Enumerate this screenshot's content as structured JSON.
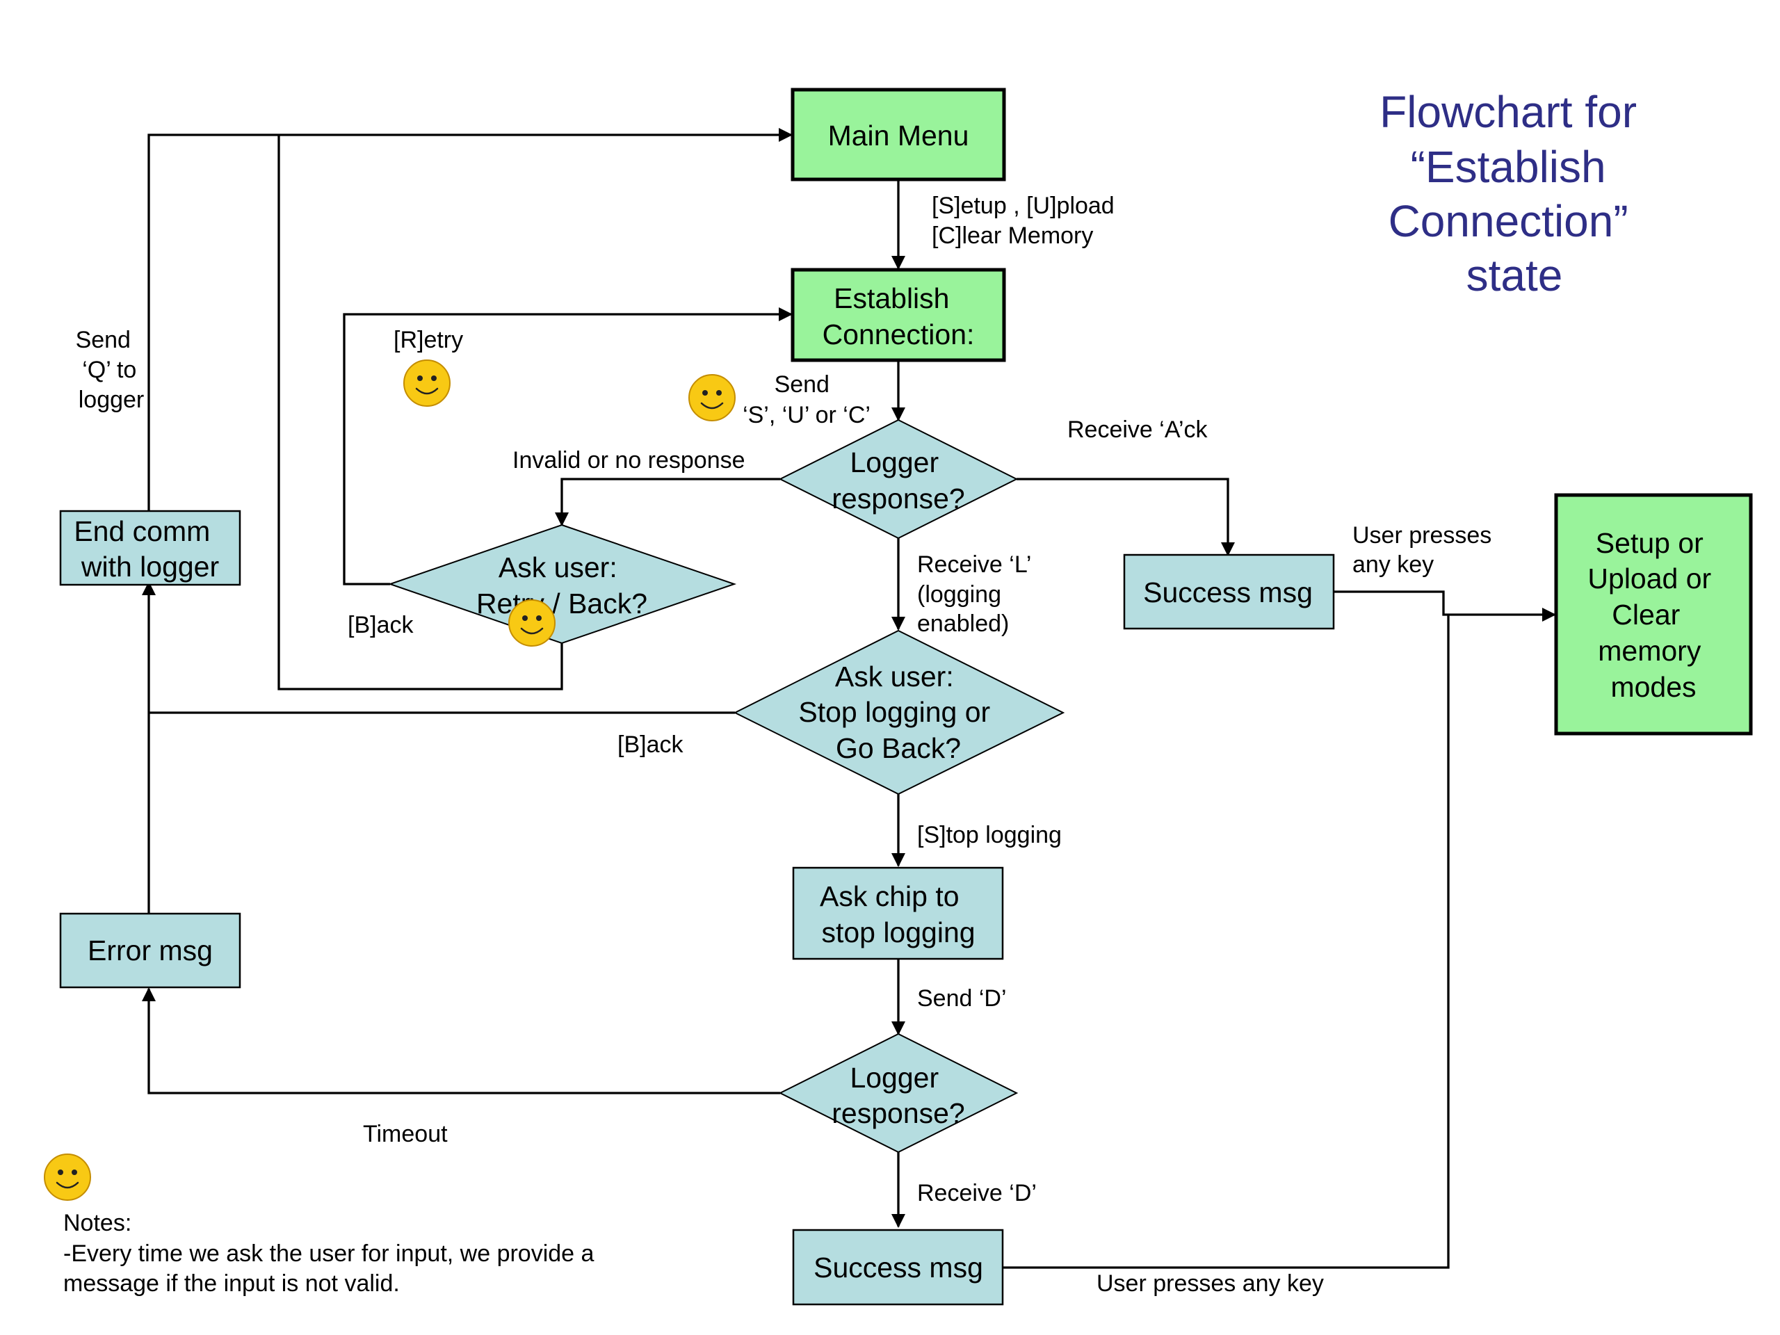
{
  "title": [
    "Flowchart for",
    "“Establish",
    "Connection”",
    "state"
  ],
  "nodes": {
    "main_menu": [
      "Main Menu"
    ],
    "establish_connection": [
      "Establish",
      "Connection:"
    ],
    "logger_response_1": [
      "Logger",
      "response?"
    ],
    "ask_retry_back": [
      "Ask user:",
      "Retry / Back?"
    ],
    "end_comm": [
      "End comm",
      "with logger"
    ],
    "success_msg_1": [
      "Success msg"
    ],
    "setup_modes": [
      "Setup or",
      "Upload or",
      "Clear",
      "memory",
      "modes"
    ],
    "ask_stop_logging": [
      "Ask user:",
      "Stop logging or",
      "Go Back?"
    ],
    "ask_chip": [
      "Ask chip to",
      "stop logging"
    ],
    "error_msg": [
      "Error msg"
    ],
    "logger_response_2": [
      "Logger",
      "response?"
    ],
    "success_msg_2": [
      "Success msg"
    ]
  },
  "edge_labels": {
    "setup_upload_clear": [
      "[S]etup , [U]pload",
      "[C]lear Memory"
    ],
    "retry": [
      "[R]etry"
    ],
    "send_q": [
      "Send",
      "‘Q’ to",
      "logger"
    ],
    "send_suc": [
      "Send",
      "‘S’, ‘U’ or ‘C’"
    ],
    "receive_ack": [
      "Receive ‘A’ck"
    ],
    "invalid": [
      "Invalid or no response"
    ],
    "back_1": [
      "[B]ack"
    ],
    "receive_l": [
      "Receive ‘L’",
      "(logging",
      "enabled)"
    ],
    "user_presses_1": [
      "User presses",
      "any key"
    ],
    "back_2": [
      "[B]ack"
    ],
    "stop_logging": [
      "[S]top logging"
    ],
    "send_d": [
      "Send ‘D’"
    ],
    "timeout": [
      "Timeout"
    ],
    "receive_d": [
      "Receive ‘D’"
    ],
    "user_presses_2": [
      "User presses any key"
    ]
  },
  "notes": [
    "Notes:",
    "-Every time we ask the user for input, we provide a",
    "message if the input is not valid."
  ],
  "icons": [
    "smiley-icon"
  ],
  "colors": {
    "process_green": "#99f39b",
    "process_blue": "#b5dde0",
    "title_color": "#2e2e86",
    "smiley_yellow": "#f8c914"
  }
}
